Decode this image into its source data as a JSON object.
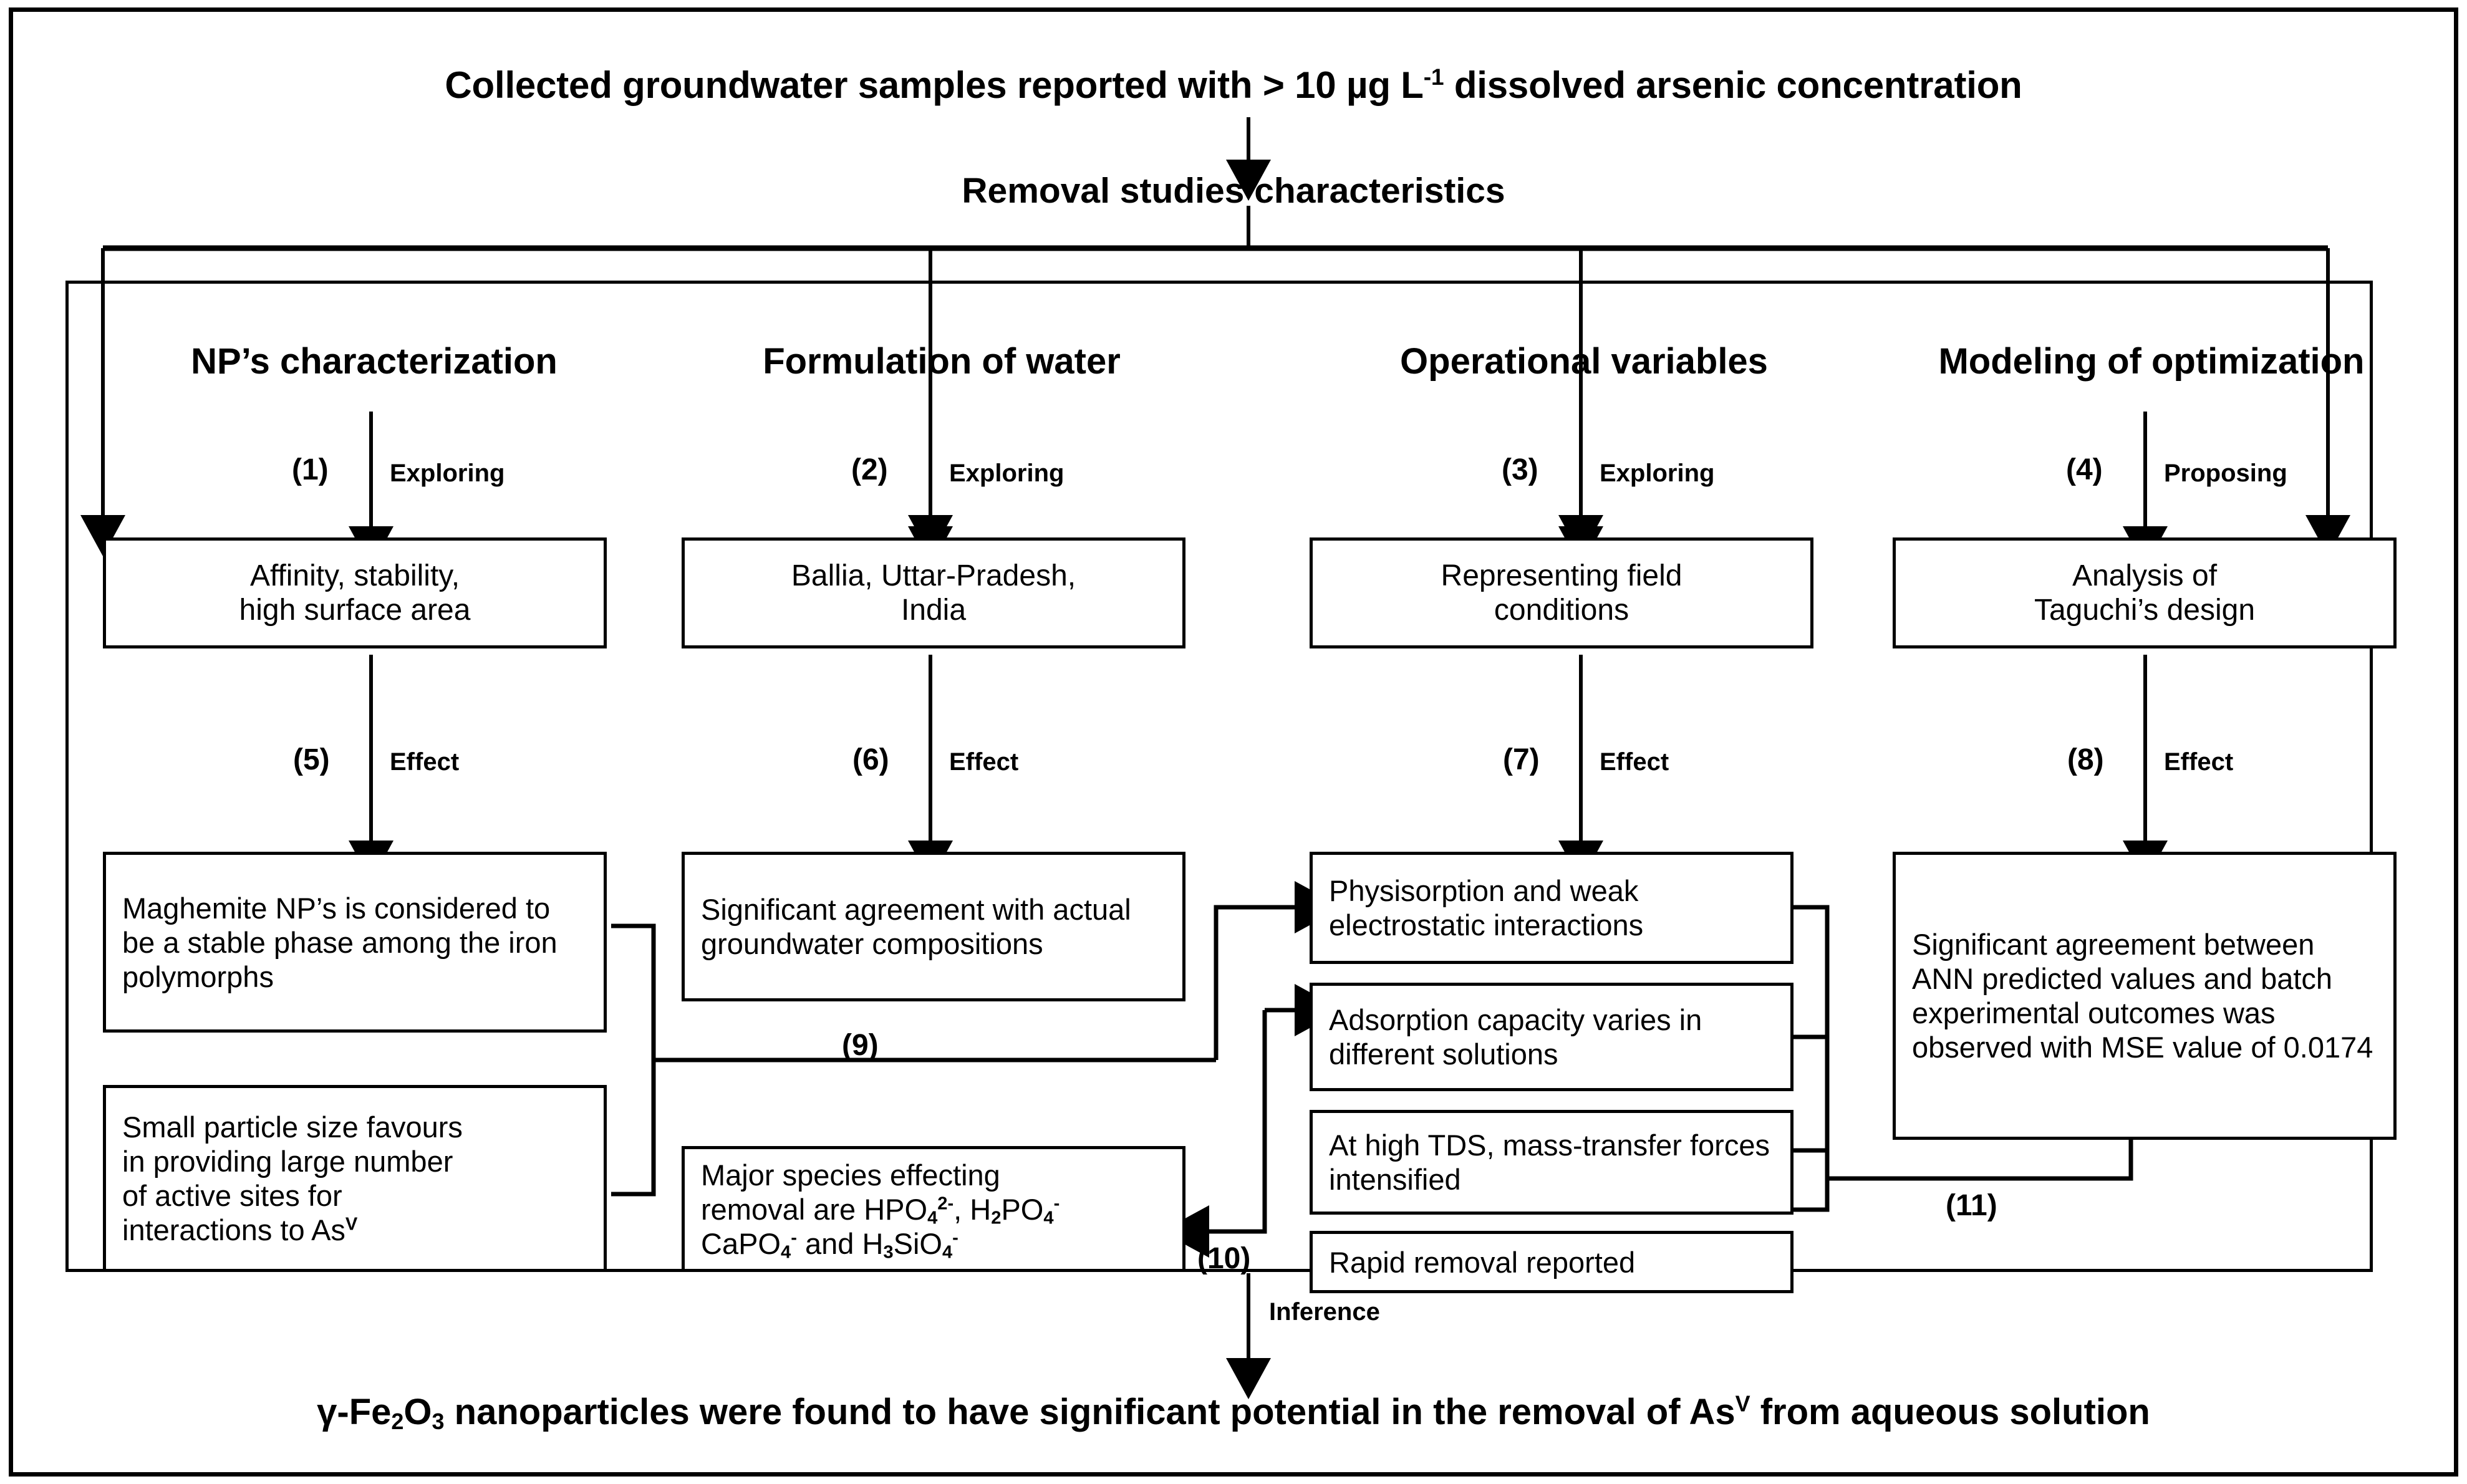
{
  "diagram": {
    "header": {
      "title_main": "Collected groundwater samples reported with > 10 µg L-1 dissolved arsenic concentration",
      "title_sub": "Removal studies characteristics"
    },
    "columns": [
      {
        "id": "col1",
        "heading": "NP’s characterization",
        "edge_number": "(1)",
        "edge_label": "Exploring"
      },
      {
        "id": "col2",
        "heading": "Formulation of water",
        "edge_number": "(2)",
        "edge_label": "Exploring"
      },
      {
        "id": "col3",
        "heading": "Operational variables",
        "edge_number": "(3)",
        "edge_label": "Exploring"
      },
      {
        "id": "col4",
        "heading": "Modeling of optimization",
        "edge_number": "(4)",
        "edge_label": "Proposing"
      }
    ],
    "row1_boxes": [
      {
        "id": "b1",
        "line1": "Affinity, stability,",
        "line2": "high surface area"
      },
      {
        "id": "b2",
        "line1": "Ballia, Uttar-Pradesh,",
        "line2": "India"
      },
      {
        "id": "b3",
        "line1": "Representing field",
        "line2": "conditions"
      },
      {
        "id": "b4",
        "line1": "Analysis of",
        "line2": "Taguchi’s design"
      }
    ],
    "effect_edges": [
      {
        "number": "(5)",
        "label": "Effect"
      },
      {
        "number": "(6)",
        "label": "Effect"
      },
      {
        "number": "(7)",
        "label": "Effect"
      },
      {
        "number": "(8)",
        "label": "Effect"
      }
    ],
    "result_boxes": {
      "maghemite": "Maghemite NP’s is considered to be a stable phase among the iron polymorphs",
      "small_particle_lines": [
        "Small particle size favours",
        "in providing large number",
        "of active sites for",
        "interactions to As",
        "V"
      ],
      "groundwater_agreement": "Significant agreement with actual groundwater compositions",
      "major_species_line1": "Major species effecting",
      "major_species_line2_parts": [
        "removal are HPO",
        "4",
        "2-",
        ", H",
        "2",
        "PO",
        "4",
        "-"
      ],
      "major_species_line3_parts": [
        "CaPO",
        "4",
        "-",
        " and H",
        "3",
        "SiO",
        "4",
        "-"
      ],
      "physisorption": "Physisorption and weak electrostatic interactions",
      "adsorption_capacity": "Adsorption capacity varies in different solutions",
      "high_tds": "At high TDS, mass-transfer forces intensified",
      "rapid_removal": "Rapid removal reported",
      "ann_agreement": "Significant agreement between ANN predicted values and batch experimental outcomes was observed with MSE value of 0.0174"
    },
    "cross_edges": [
      {
        "number": "(9)"
      },
      {
        "number": "(10)"
      },
      {
        "number": "(11)"
      }
    ],
    "footer": {
      "inference_label": "Inference",
      "conclusion_parts": [
        "γ-Fe",
        "2",
        "O",
        "3",
        " nanoparticles were found to have significant potential in the removal of As",
        "V",
        " from aqueous solution"
      ]
    },
    "colors": {
      "stroke": "#000000",
      "background": "#ffffff"
    }
  }
}
